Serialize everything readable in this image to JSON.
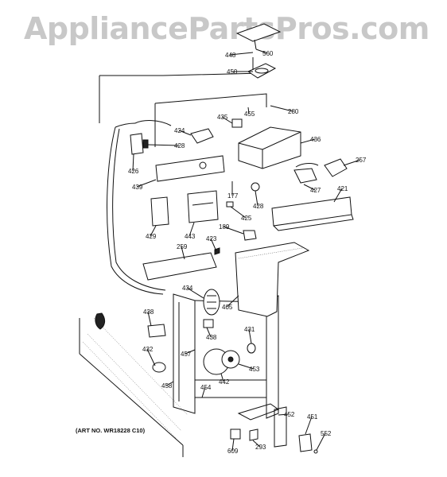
{
  "watermark": "AppliancePartsPros.com",
  "art_number": "(ART NO. WR18228 C10)",
  "part_labels": [
    "560",
    "448",
    "450",
    "280",
    "455",
    "435",
    "424",
    "428",
    "436",
    "426",
    "257",
    "439",
    "177",
    "428",
    "427",
    "421",
    "425",
    "429",
    "443",
    "189",
    "423",
    "259",
    "434",
    "405",
    "438",
    "438",
    "431",
    "432",
    "457",
    "453",
    "442",
    "458",
    "454",
    "452",
    "451",
    "552",
    "609",
    "293"
  ]
}
